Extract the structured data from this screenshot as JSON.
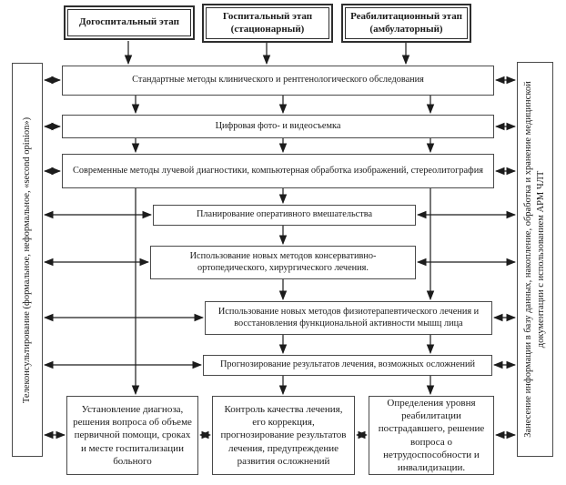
{
  "diagram": {
    "stages": [
      "Догоспитальный этап",
      "Госпитальный этап (стационарный)",
      "Реабилитационный этап (амбулаторный)"
    ],
    "process": {
      "standard_examination": "Стандартные методы клинического и рентгенологического обследования",
      "photo_video": "Цифровая фото- и видеосъемка",
      "radiology": "Современные методы лучевой диагностики, компьютерная обработка изображений, стереолитография",
      "planning": "Планирование оперативного вмешательства",
      "treatment": "Использование новых методов консервативно-ортопедического, хирургического лечения.",
      "physiotherapy": "Использование новых методов физиотерапевтического лечения и восстановления функциональной активности мышц лица",
      "prognosis": "Прогнозирование результатов лечения, возможных осложнений"
    },
    "outcomes": [
      "Установление диагноза, решения вопроса об объеме первичной помощи, сроках и месте госпитализации больного",
      "Контроль качества лечения, его коррекция, прогнозирование результатов лечения, предупреждение развития осложнений",
      "Определения уровня реабилитации пострадавшего, решение вопроса о нетрудоспособности и инвалидизации."
    ],
    "side_bars": {
      "left": "Телеконсультирование (формальное, неформальное, «second opinion»)",
      "right": "Занесение информации в базу данных, накопление, обработка и хранение медицинской документации с использованием АРМ ЧЛТ"
    },
    "colors": {
      "line": "#1c1c1c",
      "box_border": "#4a4a4a",
      "stage_border": "#2e2e2e",
      "background": "#ffffff",
      "text": "#1a1a1a"
    }
  }
}
